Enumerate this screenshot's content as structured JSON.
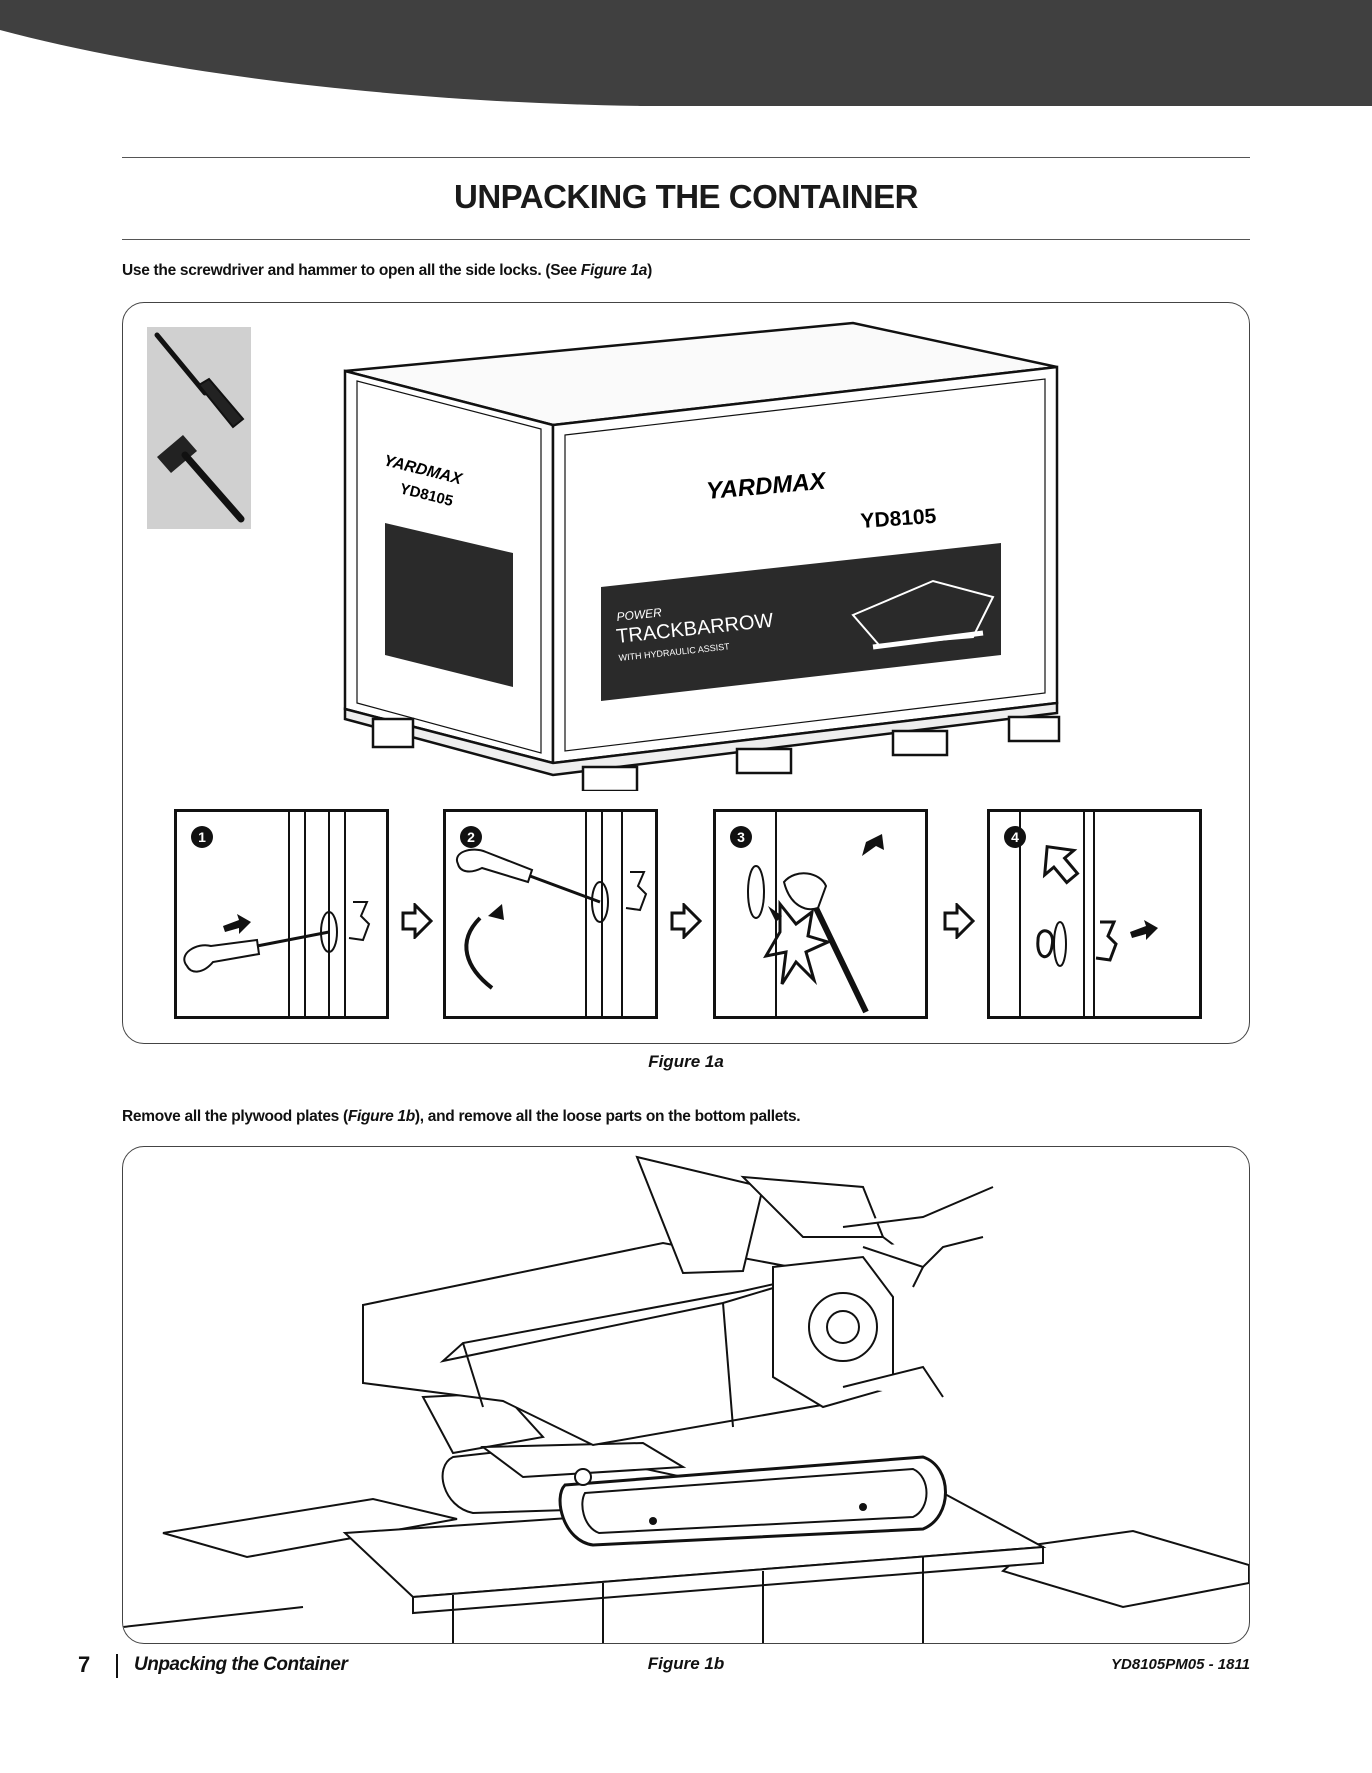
{
  "page": {
    "title": "UNPACKING THE CONTAINER"
  },
  "section1": {
    "instruction_pre": "Use the screwdriver and hammer to open all the side locks. (See ",
    "instruction_ref": "Figure 1a",
    "instruction_post": ")",
    "caption": "Figure 1a",
    "crate_brand": "YARDMAX",
    "crate_model": "YD8105",
    "crate_product_line1": "POWER",
    "crate_product_line2": "TRACKBARROW",
    "crate_product_line3": "WITH HYDRAULIC ASSIST",
    "steps": [
      {
        "number": "1"
      },
      {
        "number": "2"
      },
      {
        "number": "3"
      },
      {
        "number": "4"
      }
    ]
  },
  "section2": {
    "instruction_pre": "Remove all the plywood plates (",
    "instruction_ref": "Figure 1b",
    "instruction_post": "), and remove all the loose parts on the bottom pallets.",
    "caption": "Figure 1b"
  },
  "footer": {
    "page_number": "7",
    "section_name": "Unpacking the Container",
    "doc_code": "YD8105PM05 - 1811"
  },
  "colors": {
    "header_band": "#404040",
    "tool_panel_bg": "#d0d0d0",
    "crate_label_dark": "#2a2a2a"
  }
}
